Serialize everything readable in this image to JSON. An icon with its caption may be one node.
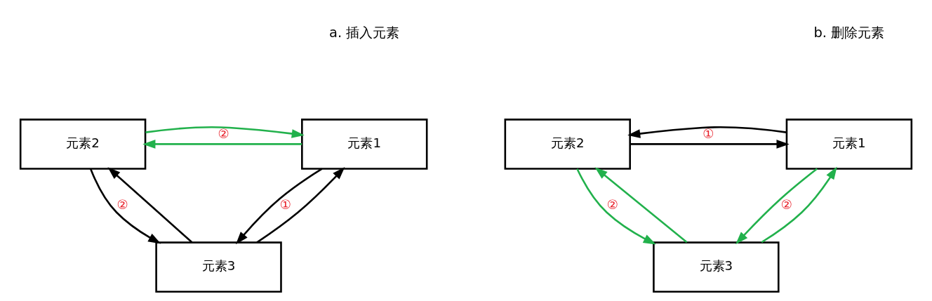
{
  "diagram": {
    "nodes": [
      {
        "text": [
          "元素1"
        ]
      },
      {
        "text": [
          "元素2"
        ]
      },
      {
        "text": [
          "元素3"
        ]
      },
      {
        "text": [
          "元素1"
        ]
      },
      {
        "text": [
          "元素2"
        ]
      },
      {
        "text": [
          "元素3"
        ]
      }
    ],
    "edges": [
      {
        "from": 1,
        "to": 0,
        "arrow": "to",
        "color": "#22b14c"
      },
      {
        "from": 0,
        "to": 1,
        "arrow": "to",
        "label": "②",
        "color": "#22b14c"
      },
      {
        "from": 0,
        "to": 2,
        "arrow": "to",
        "label": "①",
        "color": "#000000"
      },
      {
        "from": 2,
        "to": 0,
        "arrow": "to",
        "color": "#000000"
      },
      {
        "from": 2,
        "to": 1,
        "arrow": "to",
        "color": "#000000"
      },
      {
        "from": 1,
        "to": 2,
        "arrow": "to",
        "label": "②",
        "color": "#000000"
      },
      {
        "from": 3,
        "to": 4,
        "arrow": "to",
        "color": "#000000"
      },
      {
        "from": 4,
        "to": 3,
        "arrow": "to",
        "label": "①",
        "color": "#000000"
      },
      {
        "from": 5,
        "to": 3,
        "arrow": "to",
        "color": "#22b14c"
      },
      {
        "from": 3,
        "to": 5,
        "arrow": "to",
        "label": "②",
        "color": "#22b14c"
      },
      {
        "from": 5,
        "to": 4,
        "arrow": "to",
        "color": "#22b14c"
      },
      {
        "from": 4,
        "to": 5,
        "arrow": "to",
        "label": "②",
        "color": "#22b14c"
      }
    ],
    "labels": [
      "a. 插入元素",
      "b. 删除元素"
    ]
  }
}
